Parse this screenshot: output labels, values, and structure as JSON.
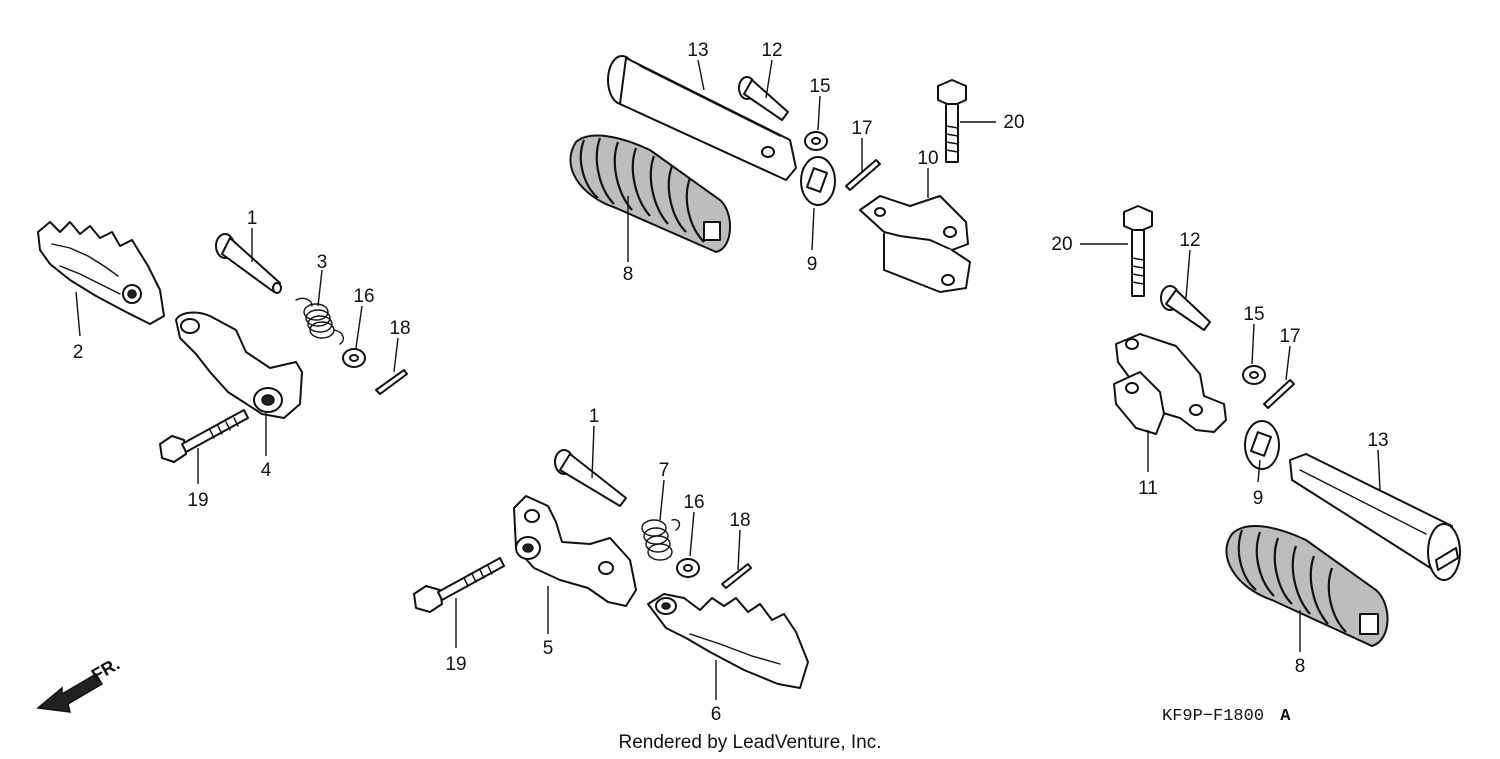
{
  "callouts": {
    "c1a": "1",
    "c2": "2",
    "c3": "3",
    "c16a": "16",
    "c18a": "18",
    "c4": "4",
    "c19a": "19",
    "c13a": "13",
    "c12a": "12",
    "c15a": "15",
    "c17a": "17",
    "c20a": "20",
    "c10": "10",
    "c8a": "8",
    "c9a": "9",
    "c20b": "20",
    "c12b": "12",
    "c15b": "15",
    "c17b": "17",
    "c11": "11",
    "c9b": "9",
    "c13b": "13",
    "c8b": "8",
    "c1b": "1",
    "c7": "7",
    "c16b": "16",
    "c18b": "18",
    "c19b": "19",
    "c5": "5",
    "c6": "6"
  },
  "direction_label": "FR.",
  "diagram_code": "KF9P−F1800",
  "diagram_code_suffix": "A",
  "credit": "Rendered by LeadVenture, Inc."
}
